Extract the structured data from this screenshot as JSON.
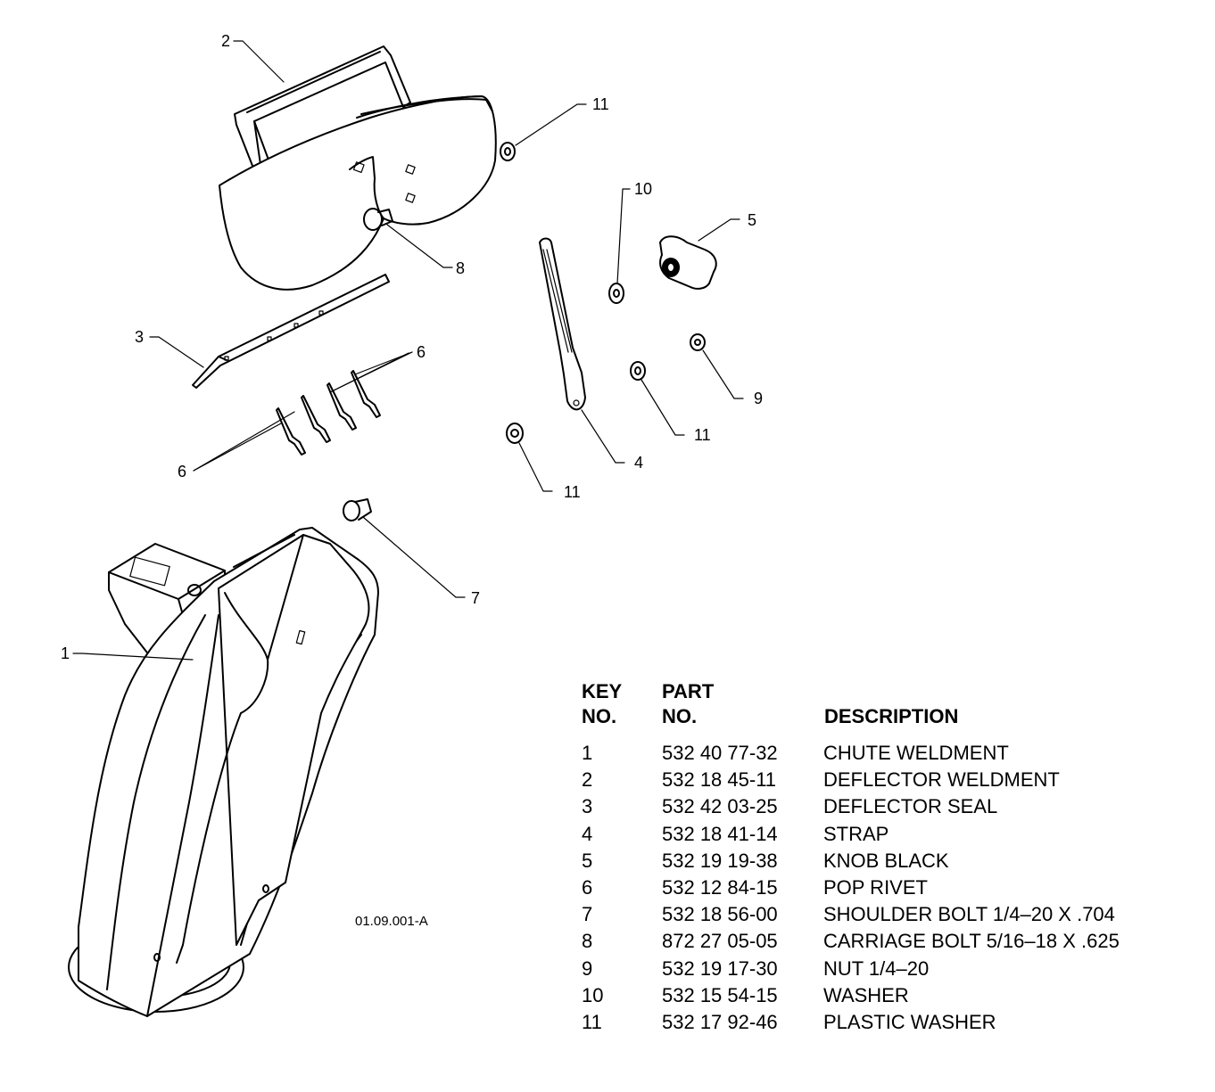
{
  "diagram": {
    "drawing_ref": "01.09.001-A",
    "callouts": {
      "c1": "1",
      "c2": "2",
      "c3": "3",
      "c4": "4",
      "c5": "5",
      "c6a": "6",
      "c6b": "6",
      "c7": "7",
      "c8": "8",
      "c9": "9",
      "c10": "10",
      "c11a": "11",
      "c11b": "11",
      "c11c": "11"
    }
  },
  "parts_table": {
    "headers": {
      "key_line1": "KEY",
      "key_line2": "NO.",
      "part_line1": "PART",
      "part_line2": "NO.",
      "description": "DESCRIPTION"
    },
    "rows": [
      {
        "key": "1",
        "part_no": "532 40 77-32",
        "description": "CHUTE WELDMENT"
      },
      {
        "key": "2",
        "part_no": "532 18 45-11",
        "description": "DEFLECTOR WELDMENT"
      },
      {
        "key": "3",
        "part_no": "532 42 03-25",
        "description": "DEFLECTOR SEAL"
      },
      {
        "key": "4",
        "part_no": "532 18 41-14",
        "description": "STRAP"
      },
      {
        "key": "5",
        "part_no": "532 19 19-38",
        "description": "KNOB BLACK"
      },
      {
        "key": "6",
        "part_no": "532 12 84-15",
        "description": "POP RIVET"
      },
      {
        "key": "7",
        "part_no": "532 18 56-00",
        "description": "SHOULDER BOLT 1/4–20 X .704"
      },
      {
        "key": "8",
        "part_no": "872 27 05-05",
        "description": "CARRIAGE BOLT 5/16–18 X .625"
      },
      {
        "key": "9",
        "part_no": "532 19 17-30",
        "description": "NUT 1/4–20"
      },
      {
        "key": "10",
        "part_no": "532 15 54-15",
        "description": "WASHER"
      },
      {
        "key": "11",
        "part_no": "532 17 92-46",
        "description": "PLASTIC WASHER"
      }
    ]
  }
}
